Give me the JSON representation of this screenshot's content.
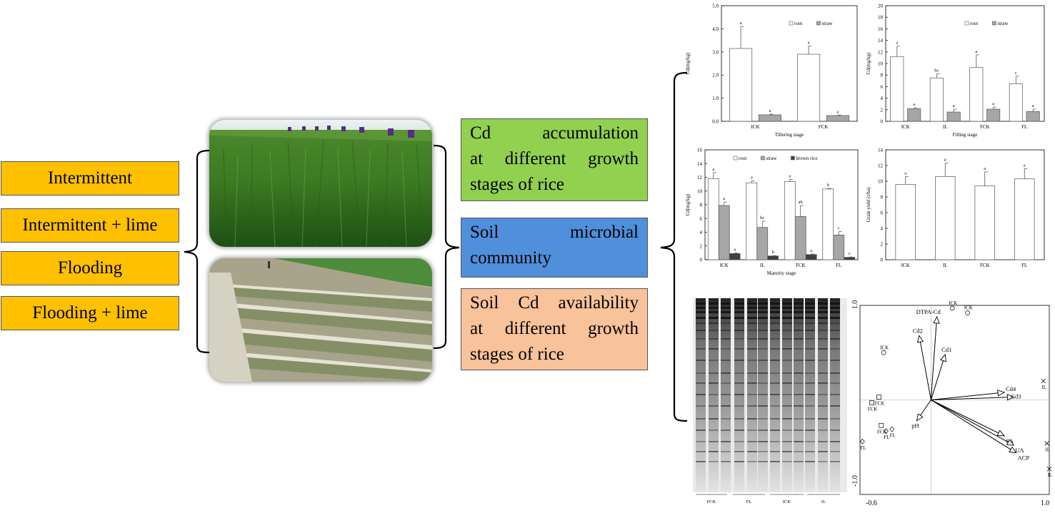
{
  "treatments": [
    "Intermittent",
    "Intermittent + lime",
    "Flooding",
    "Flooding + lime"
  ],
  "outcomes": [
    {
      "lines": [
        "Cd accumulation",
        "at different growth",
        "stages of rice"
      ],
      "color": "#92d050"
    },
    {
      "lines": [
        "Soil microbial",
        "community"
      ],
      "color": "#4f8fdc"
    },
    {
      "lines": [
        "Soil Cd availability",
        "at different growth",
        "stages of rice"
      ],
      "color": "#f8c29a"
    }
  ],
  "colors": {
    "treatment": "#ffc000",
    "bar_root": "#ffffff",
    "bar_straw": "#a6a6a6",
    "bar_brown_rice": "#404040"
  },
  "chart_data": [
    {
      "type": "bar",
      "categories": [
        "ICK",
        "FCK"
      ],
      "xlabel": "Tillering stage",
      "ylabel": "Cd(mg/kg)",
      "ylim": [
        0,
        5
      ],
      "yticks": [
        "0.0",
        "1.0",
        "2.0",
        "3.0",
        "4.0",
        "5.0"
      ],
      "series": [
        {
          "name": "root",
          "values": [
            3.15,
            2.9
          ],
          "errors": [
            0.95,
            0.35
          ],
          "letters": [
            "a",
            "a"
          ]
        },
        {
          "name": "straw",
          "values": [
            0.28,
            0.25
          ],
          "errors": [
            0.03,
            0.02
          ],
          "letters": [
            "a",
            "a"
          ]
        }
      ],
      "legend": "top-right"
    },
    {
      "type": "bar",
      "categories": [
        "ICK",
        "IL",
        "FCK",
        "FL"
      ],
      "xlabel": "Filling stage",
      "ylabel": "Cd(mg/kg)",
      "ylim": [
        0,
        20
      ],
      "yticks": [
        "0",
        "2",
        "4",
        "6",
        "8",
        "10",
        "12",
        "14",
        "16",
        "18",
        "20"
      ],
      "series": [
        {
          "name": "root",
          "values": [
            11.2,
            7.5,
            9.3,
            6.5
          ],
          "errors": [
            1.8,
            0.7,
            2.2,
            1.3
          ],
          "letters": [
            "a",
            "bc",
            "a",
            "c"
          ]
        },
        {
          "name": "straw",
          "values": [
            2.2,
            1.6,
            2.1,
            1.7
          ],
          "errors": [
            0.15,
            0.5,
            0.35,
            0.4
          ],
          "letters": [
            "a",
            "a",
            "a",
            "a"
          ]
        }
      ],
      "legend": "top-right"
    },
    {
      "type": "bar",
      "categories": [
        "ICK",
        "IL",
        "FCK",
        "FL"
      ],
      "xlabel": "Maturity stage",
      "ylabel": "Cd(mg/kg)",
      "ylim": [
        0,
        16
      ],
      "yticks": [
        "0",
        "2",
        "4",
        "6",
        "8",
        "10",
        "12",
        "14",
        "16"
      ],
      "series": [
        {
          "name": "root",
          "values": [
            11.8,
            11.2,
            11.4,
            10.3
          ],
          "errors": [
            0.9,
            0.3,
            0.3,
            0.1
          ],
          "letters": [
            "a",
            "a",
            "a",
            "b"
          ]
        },
        {
          "name": "straw",
          "values": [
            7.9,
            4.7,
            6.3,
            3.6
          ],
          "errors": [
            0.5,
            0.9,
            1.6,
            0.5
          ],
          "letters": [
            "a",
            "bc",
            "ab",
            "c"
          ]
        },
        {
          "name": "brown rice",
          "values": [
            0.9,
            0.55,
            0.75,
            0.35
          ],
          "errors": [
            0.1,
            0.05,
            0.1,
            0.05
          ],
          "letters": [
            "a",
            "b",
            "a",
            "c"
          ]
        }
      ],
      "legend": "top"
    },
    {
      "type": "bar",
      "categories": [
        "ICK",
        "IL",
        "FCK",
        "FL"
      ],
      "xlabel": "",
      "ylabel": "Grain yield (t/ha)",
      "ylim": [
        0,
        14
      ],
      "yticks": [
        "0",
        "2",
        "4",
        "6",
        "8",
        "10",
        "12",
        "14"
      ],
      "series": [
        {
          "values": [
            9.6,
            10.6,
            9.4,
            10.3
          ],
          "errors": [
            1.0,
            1.7,
            1.8,
            1.3
          ],
          "letters": [
            "a",
            "a",
            "a",
            "a"
          ]
        }
      ]
    },
    {
      "type": "scatter",
      "title": "",
      "xlim": [
        -0.6,
        1.0
      ],
      "ylim": [
        -1.0,
        1.0
      ],
      "xticks": [
        "-0.6",
        "1.0"
      ],
      "yticks": [
        "1.0",
        "-1.0"
      ],
      "vectors": [
        {
          "label": "DTPA-Cd",
          "x": 0.05,
          "y": 0.88
        },
        {
          "label": "Cd2",
          "x": -0.1,
          "y": 0.68
        },
        {
          "label": "Cd1",
          "x": 0.12,
          "y": 0.48
        },
        {
          "label": "Cd4",
          "x": 0.62,
          "y": 0.08
        },
        {
          "label": "Cd3",
          "x": 0.7,
          "y": 0.03
        },
        {
          "label": "pH",
          "x": -0.12,
          "y": -0.22
        },
        {
          "label": "SA",
          "x": 0.62,
          "y": -0.38
        },
        {
          "label": "UA",
          "x": 0.7,
          "y": -0.48
        },
        {
          "label": "ACP",
          "x": 0.72,
          "y": -0.56
        }
      ],
      "samples": [
        {
          "label": "ICK",
          "marker": "circle",
          "x": 0.18,
          "y": 0.97
        },
        {
          "label": "ICK",
          "marker": "circle",
          "x": 0.31,
          "y": 0.92
        },
        {
          "label": "ICK",
          "marker": "circle",
          "x": -0.4,
          "y": 0.5
        },
        {
          "label": "IL",
          "marker": "x",
          "x": 0.95,
          "y": 0.2
        },
        {
          "label": "IL",
          "marker": "x",
          "x": 0.98,
          "y": -0.46
        },
        {
          "label": "IL",
          "marker": "x",
          "x": 1.0,
          "y": -0.73
        },
        {
          "label": "FCK",
          "marker": "square",
          "x": -0.44,
          "y": 0.03
        },
        {
          "label": "FCK",
          "marker": "square",
          "x": -0.5,
          "y": -0.03
        },
        {
          "label": "FCK",
          "marker": "square",
          "x": -0.42,
          "y": -0.27
        },
        {
          "label": "FL",
          "marker": "diamond",
          "x": -0.33,
          "y": -0.31
        },
        {
          "label": "FL",
          "marker": "diamond",
          "x": -0.38,
          "y": -0.33
        },
        {
          "label": "FL",
          "marker": "diamond",
          "x": -0.58,
          "y": -0.44
        }
      ]
    }
  ],
  "dgge": {
    "lane_labels": [
      "FCK",
      "FL",
      "ICK",
      "IL"
    ]
  }
}
